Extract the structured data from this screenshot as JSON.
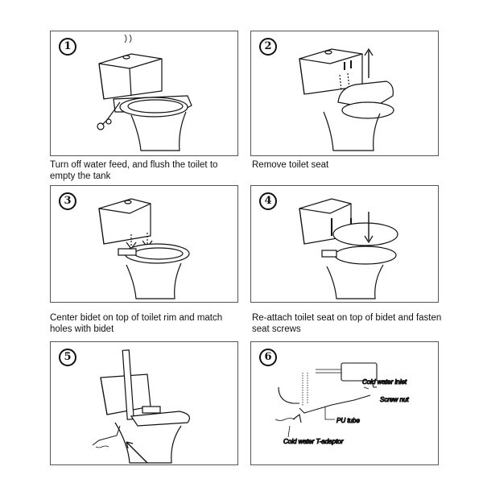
{
  "steps": [
    {
      "number": "1",
      "caption": "Turn off water feed, and flush the toilet to empty the tank"
    },
    {
      "number": "2",
      "caption": "Remove toilet seat"
    },
    {
      "number": "3",
      "caption": "Center bidet on top of toilet rim and match holes with bidet"
    },
    {
      "number": "4",
      "caption": "Re-attach toilet seat on top of bidet and fasten seat screws"
    },
    {
      "number": "5",
      "caption": ""
    },
    {
      "number": "6",
      "caption": ""
    }
  ],
  "step6_labels": {
    "cold_water_inlet": "Cold water inlet",
    "screw_nut": "Screw nut",
    "pu_tube": "PU tube",
    "cold_water_t_adaptor": "Cold water T-adaptor"
  }
}
